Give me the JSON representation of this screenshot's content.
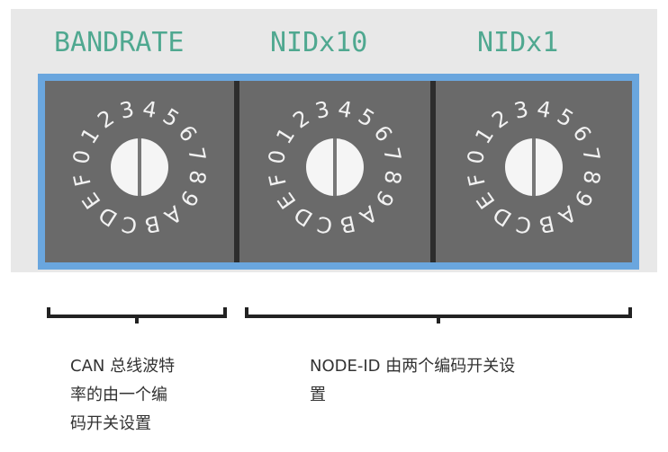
{
  "labels": {
    "bandrate": "BANDRATE",
    "nid10": "NIDx10",
    "nid1": "NIDx1"
  },
  "dial_digits": [
    "0",
    "1",
    "2",
    "3",
    "4",
    "5",
    "6",
    "7",
    "8",
    "9",
    "A",
    "B",
    "C",
    "D",
    "E",
    "F"
  ],
  "captions": {
    "left_line1": "CAN 总线波特",
    "left_line2": "率的由一个编",
    "left_line3": "码开关设置",
    "right_line1": "NODE-ID 由两个编码开关设",
    "right_line2": "置"
  },
  "colors": {
    "label_green": "#4fa890",
    "frame_blue": "#6aa6de",
    "switch_gray": "#6a6a6a"
  }
}
